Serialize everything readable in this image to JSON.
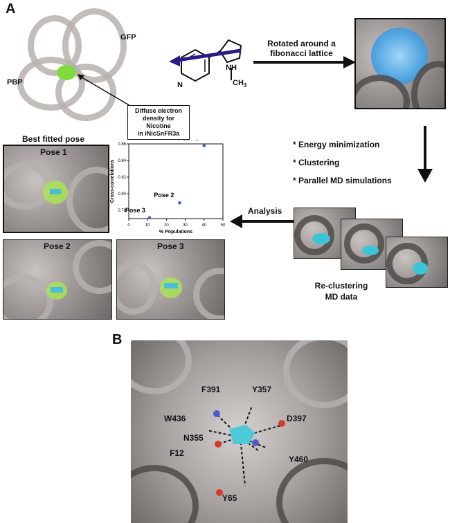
{
  "panel_a": {
    "letter": "A",
    "gfp_label": "GFP",
    "pbp_label": "PBP",
    "callout_line1": "Diffuse electron",
    "callout_line2": "density for",
    "callout_line3": "Nicotine",
    "callout_line4": "in iNicSnFR3a",
    "molecule_n": "N",
    "molecule_nh": "NH",
    "molecule_ch3": "CH",
    "molecule_ch3_sub": "3",
    "rotated_line1": "Rotated around a",
    "rotated_line2": "fibonacci lattice",
    "steps": [
      "* Energy minimization",
      "* Clustering",
      "* Parallel MD simulations"
    ],
    "analysis_label": "Analysis",
    "recluster_line1": "Re-clustering",
    "recluster_line2": "MD data",
    "best_fitted": "Best fitted pose",
    "pose1": "Pose 1",
    "pose2": "Pose 2",
    "pose3": "Pose 3"
  },
  "chart_data": {
    "type": "scatter",
    "xlabel": "% Populations",
    "ylabel": "Cross-correlations",
    "xlim": [
      0,
      50
    ],
    "ylim": [
      0.77,
      0.86
    ],
    "xticks": [
      "0",
      "10",
      "20",
      "30",
      "40",
      "50"
    ],
    "yticks": [
      "0.78",
      "0.80",
      "0.82",
      "0.84",
      "0.86"
    ],
    "points": [
      {
        "label": "Pose 1",
        "x": 40,
        "y": 0.858
      },
      {
        "label": "Pose 2",
        "x": 27,
        "y": 0.789
      },
      {
        "label": "Pose 3",
        "x": 11,
        "y": 0.771
      }
    ],
    "point_color": "#3b62b5"
  },
  "panel_b": {
    "letter": "B",
    "residues": [
      "F391",
      "Y357",
      "W436",
      "D397",
      "N355",
      "F12",
      "Y460",
      "Y65"
    ]
  }
}
